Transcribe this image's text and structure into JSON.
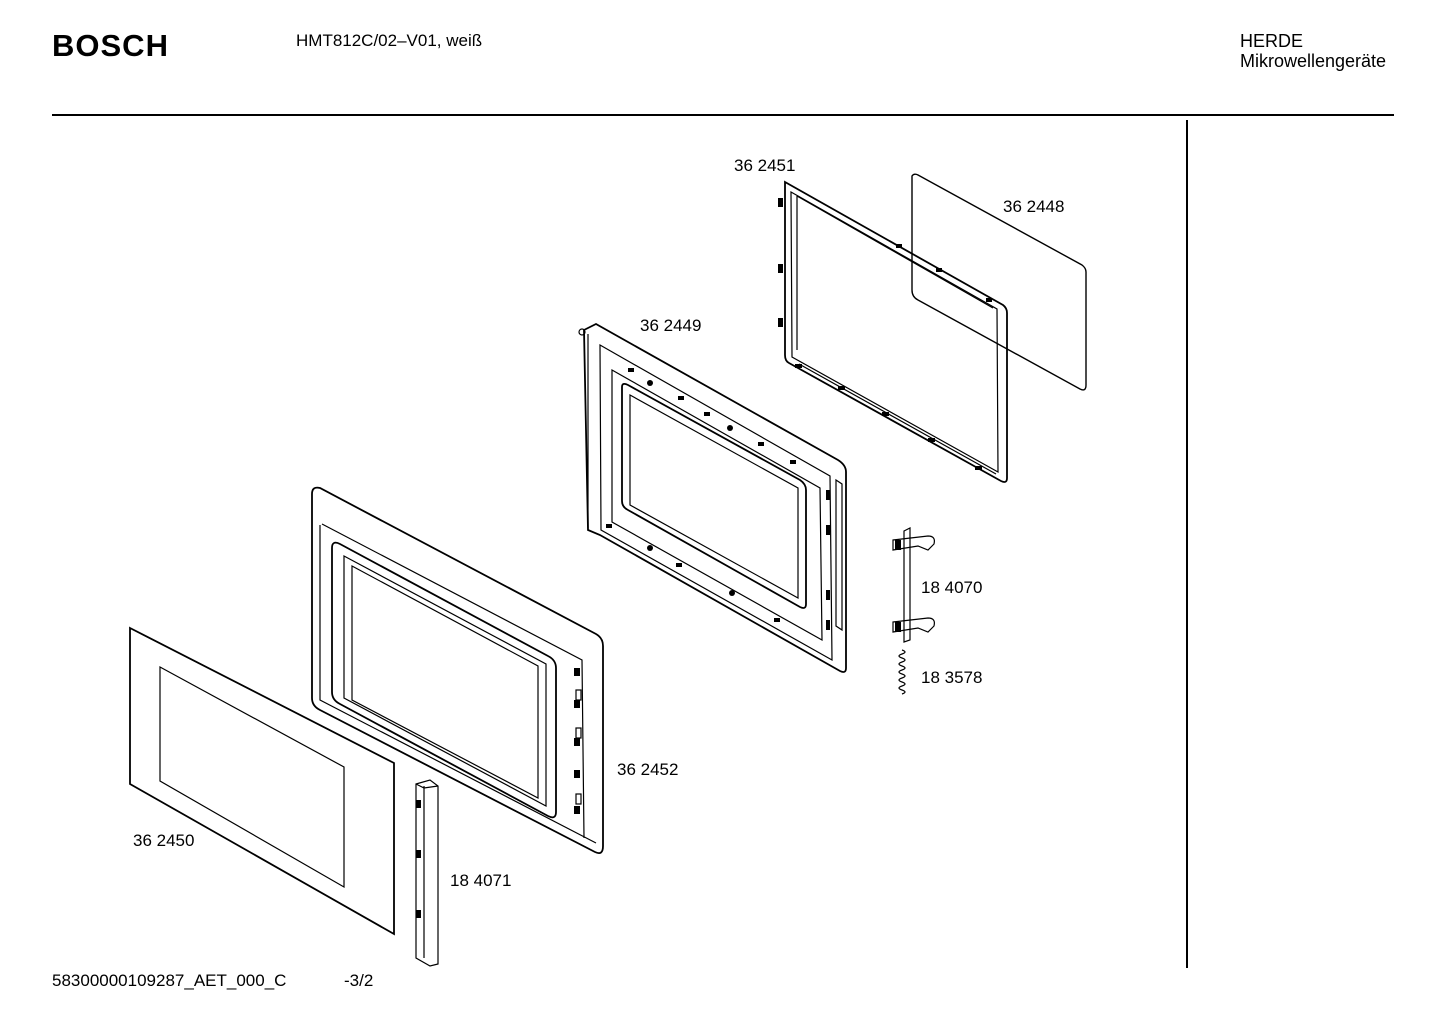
{
  "header": {
    "brand": "BOSCH",
    "model": "HMT812C/02–V01, weiß",
    "category_line1": "HERDE",
    "category_line2": "Mikrowellengeräte"
  },
  "parts": [
    {
      "id": "p1",
      "label": "36 2451"
    },
    {
      "id": "p2",
      "label": "36 2448"
    },
    {
      "id": "p3",
      "label": "36 2449"
    },
    {
      "id": "p4",
      "label": "18 4070"
    },
    {
      "id": "p5",
      "label": "18 3578"
    },
    {
      "id": "p6",
      "label": "36 2452"
    },
    {
      "id": "p7",
      "label": "36 2450"
    },
    {
      "id": "p8",
      "label": "18 4071"
    }
  ],
  "footer": {
    "doc_code": "58300000109287_AET_000_C",
    "page": "-3/2"
  }
}
